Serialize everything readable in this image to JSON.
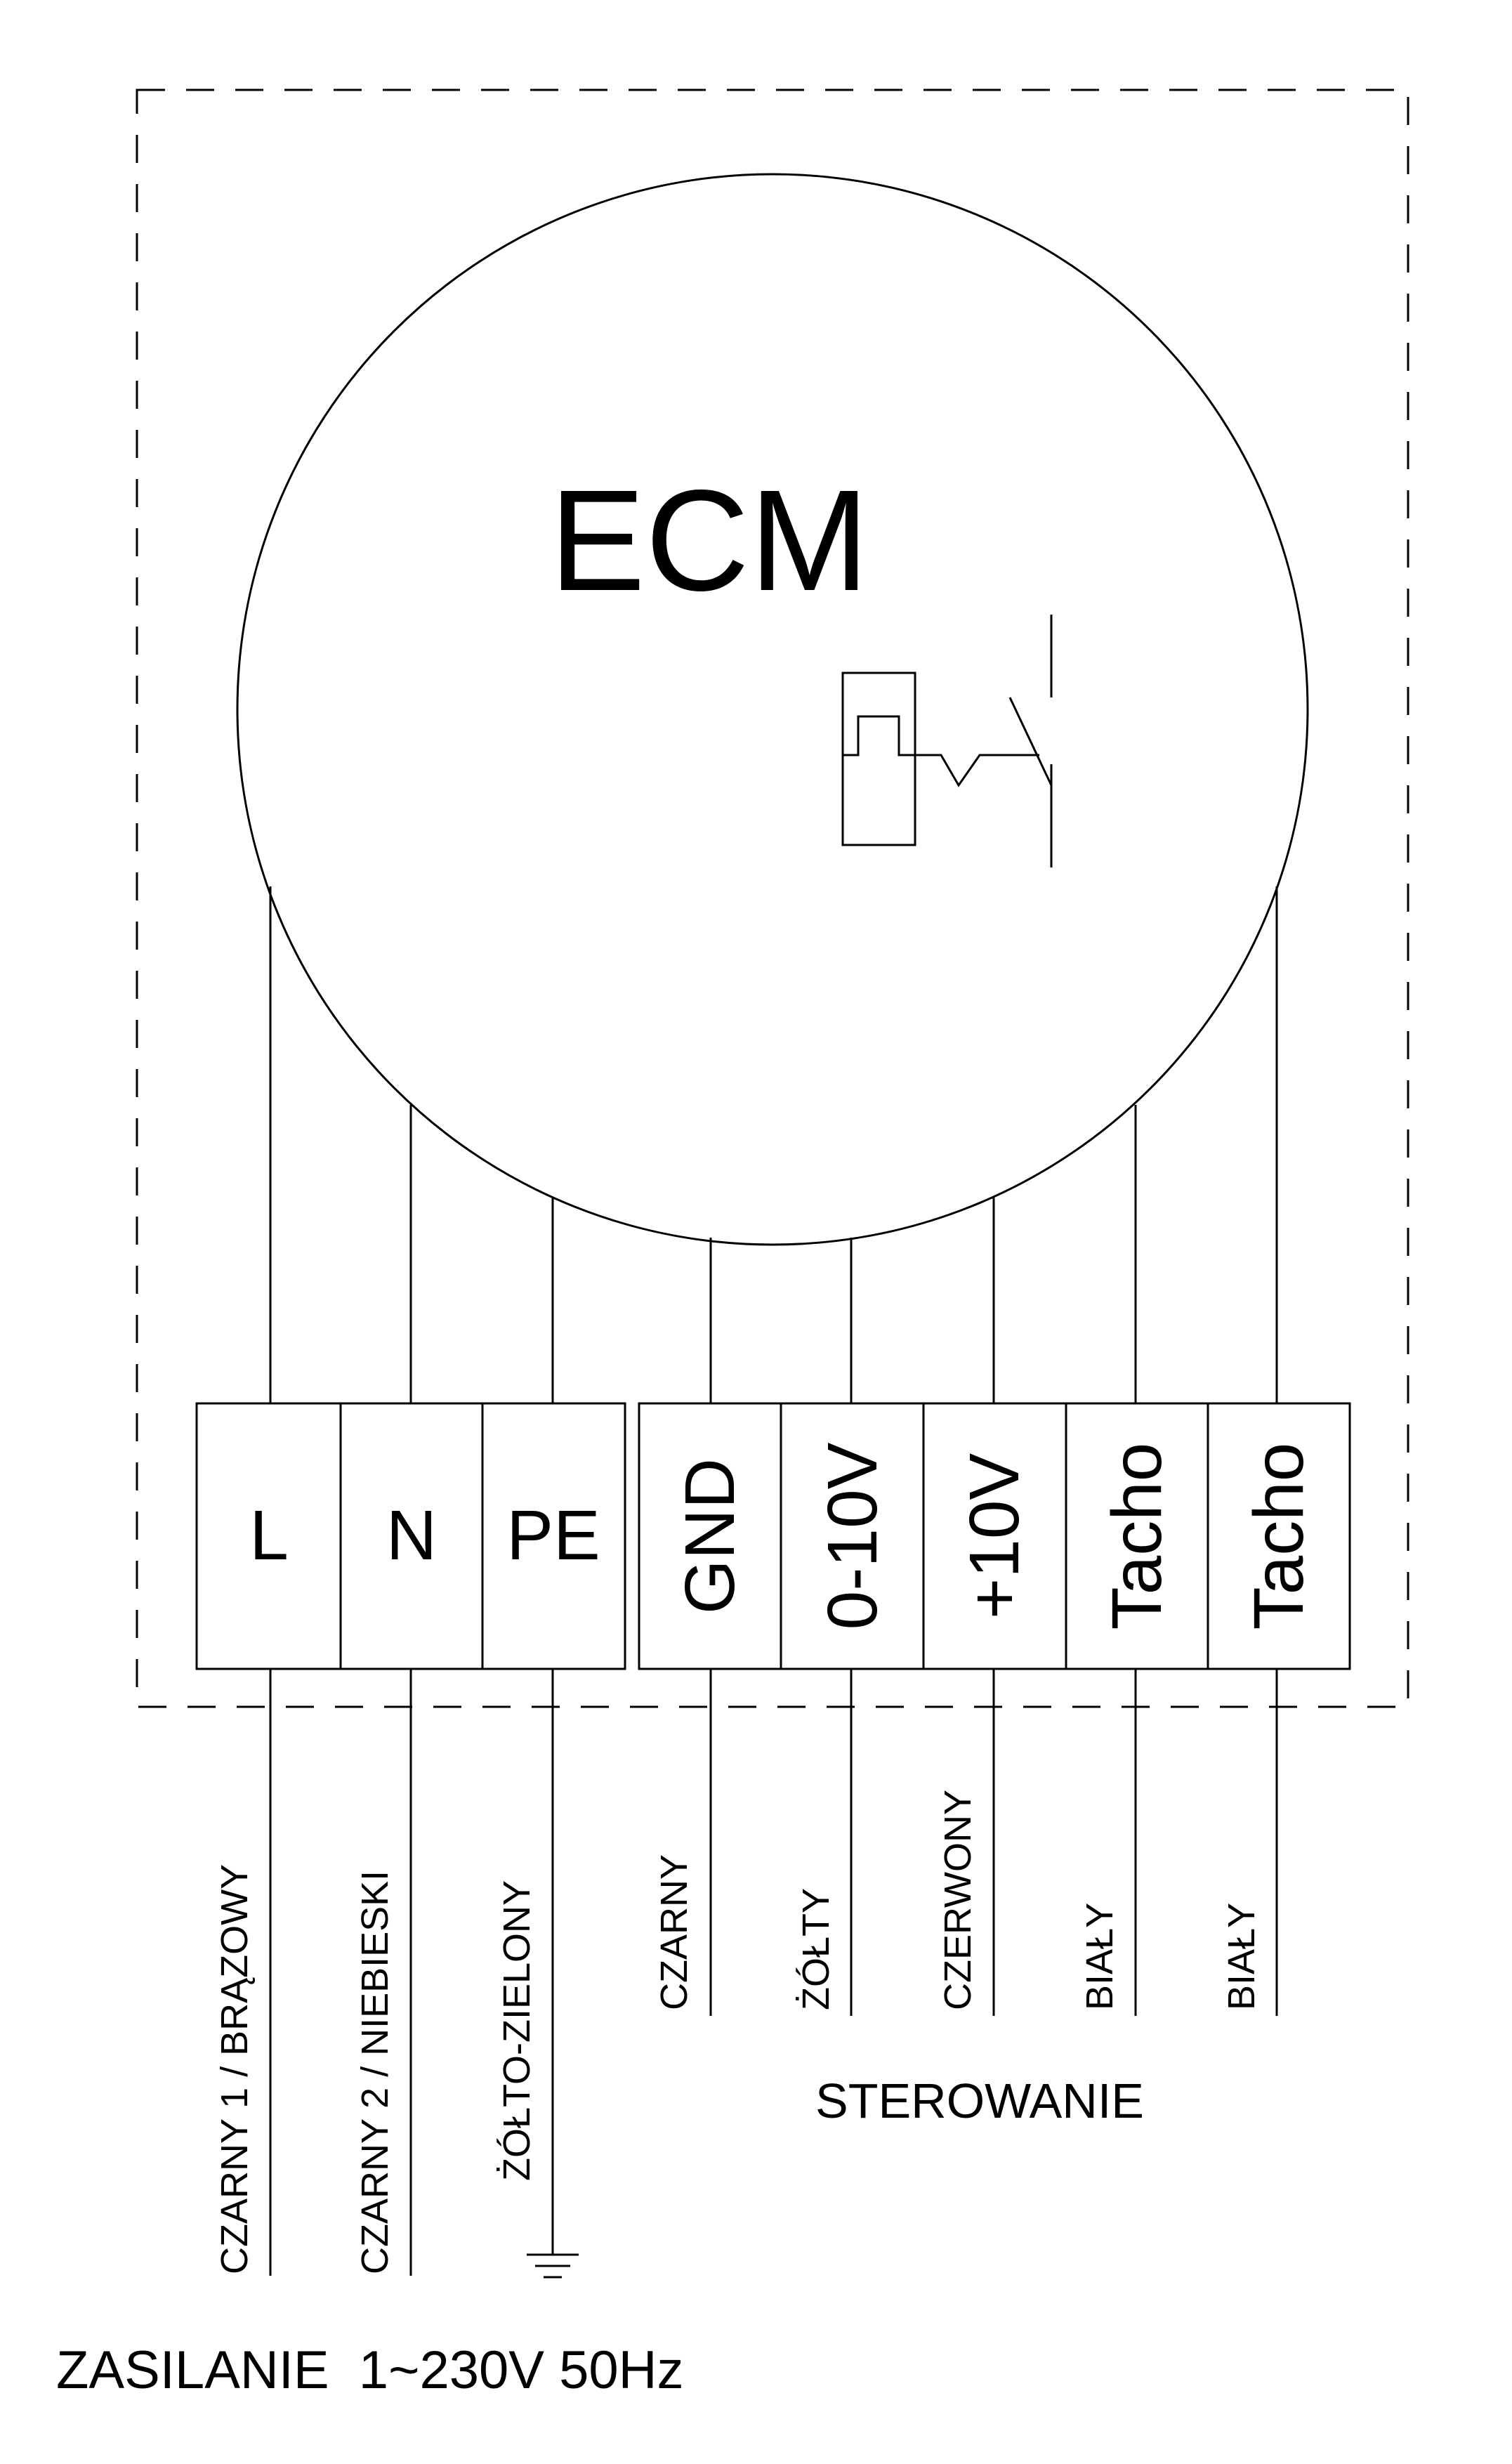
{
  "diagram": {
    "motor_label": "ECM",
    "terminals": {
      "power": [
        "L",
        "N",
        "PE"
      ],
      "control": [
        "GND",
        "0-10V",
        "+10V",
        "Tacho",
        "Tacho"
      ]
    },
    "wires": {
      "power": [
        "CZARNY 1 / BRĄZOWY",
        "CZARNY 2 / NIEBIESKI",
        "ŻÓŁTO-ZIELONY"
      ],
      "control": [
        "CZARNY",
        "ŻÓŁTY",
        "CZERWONY",
        "BIAŁY",
        "BIAŁY"
      ]
    },
    "group_labels": {
      "control": "STEROWANIE",
      "supply": "ZASILANIE  1~230V 50Hz"
    },
    "icons": {
      "ground": "ground-symbol-icon",
      "thermal_contact": "thermal-contact-icon"
    }
  }
}
